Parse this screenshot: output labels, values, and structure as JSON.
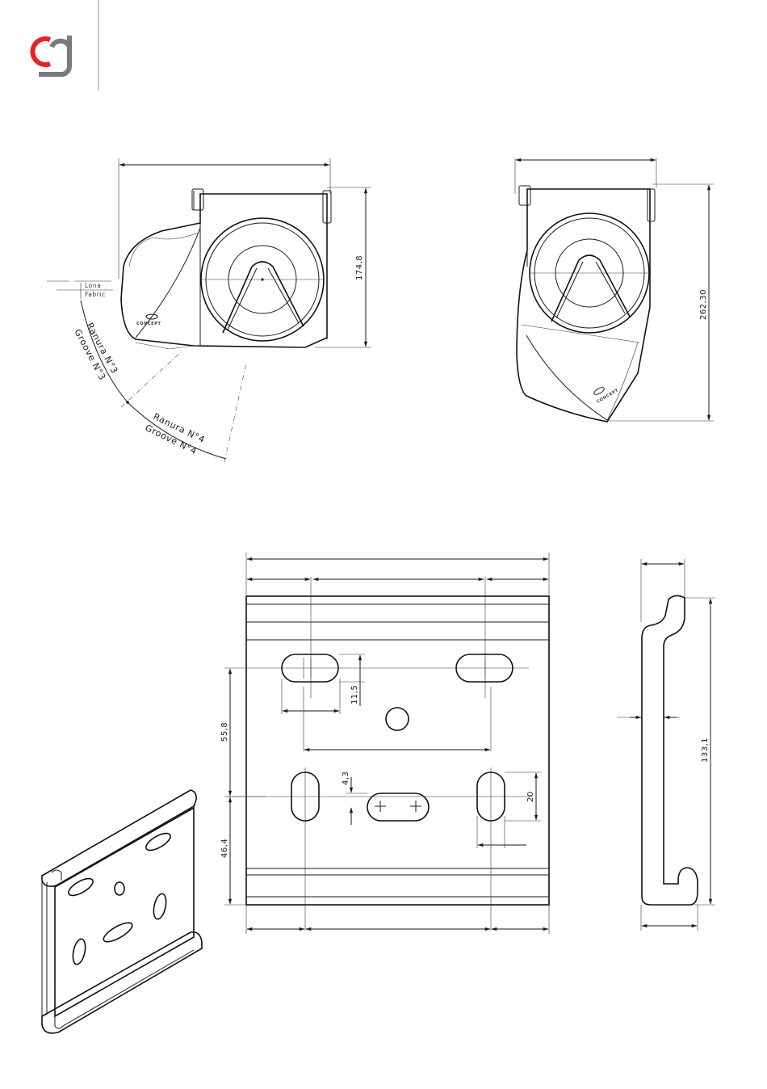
{
  "brand": {
    "accent": "#e0262b",
    "grey": "#7a7a7a",
    "logo_icon": "cg-logo-icon"
  },
  "top_left_view": {
    "height_label": "174,8",
    "lona_label": "Lona",
    "fabric_label": "Fabric",
    "ranura3_label": "Ranura N°3",
    "groove3_label": "Groove N°3",
    "ranura4_label": "Ranura N°4",
    "groove4_label": "Groove N°4",
    "brand_mark": "CONCEPT"
  },
  "top_right_view": {
    "height_label": "262,30",
    "brand_mark": "CONCEPT"
  },
  "bracket_front_view": {
    "slot_height_label": "11,5",
    "left_height_upper_label": "55,8",
    "left_height_lower_label": "46,4",
    "slot_width_label": "4,3",
    "right_slot_label": "20"
  },
  "bracket_side_view": {
    "height_label": "133,1"
  }
}
